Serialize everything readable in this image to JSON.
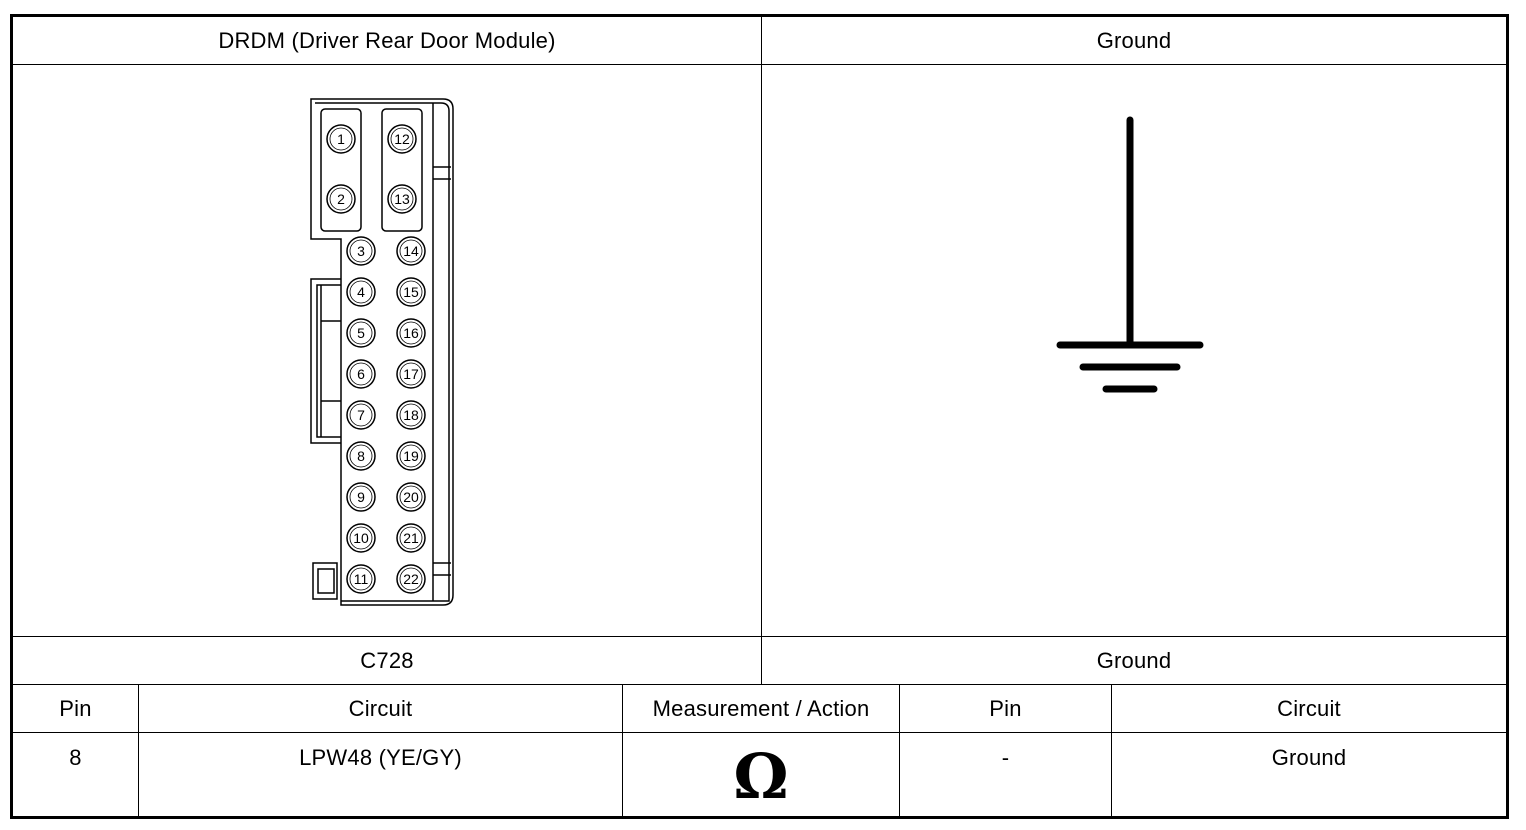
{
  "header": {
    "left_title": "DRDM (Driver Rear Door Module)",
    "right_title": "Ground"
  },
  "connector": {
    "label": "C728",
    "pins_left_column": [
      "1",
      "2",
      "3",
      "4",
      "5",
      "6",
      "7",
      "8",
      "9",
      "10",
      "11"
    ],
    "pins_right_column": [
      "12",
      "13",
      "14",
      "15",
      "16",
      "17",
      "18",
      "19",
      "20",
      "21",
      "22"
    ]
  },
  "ground_point": {
    "label": "Ground",
    "symbol": "ground-symbol-icon"
  },
  "table": {
    "headers": [
      "Pin",
      "Circuit",
      "Measurement / Action",
      "Pin",
      "Circuit"
    ],
    "rows": [
      {
        "pin": "8",
        "circuit": "LPW48 (YE/GY)",
        "measurement": "Ω",
        "to_pin": "-",
        "to_circuit": "Ground"
      }
    ]
  }
}
